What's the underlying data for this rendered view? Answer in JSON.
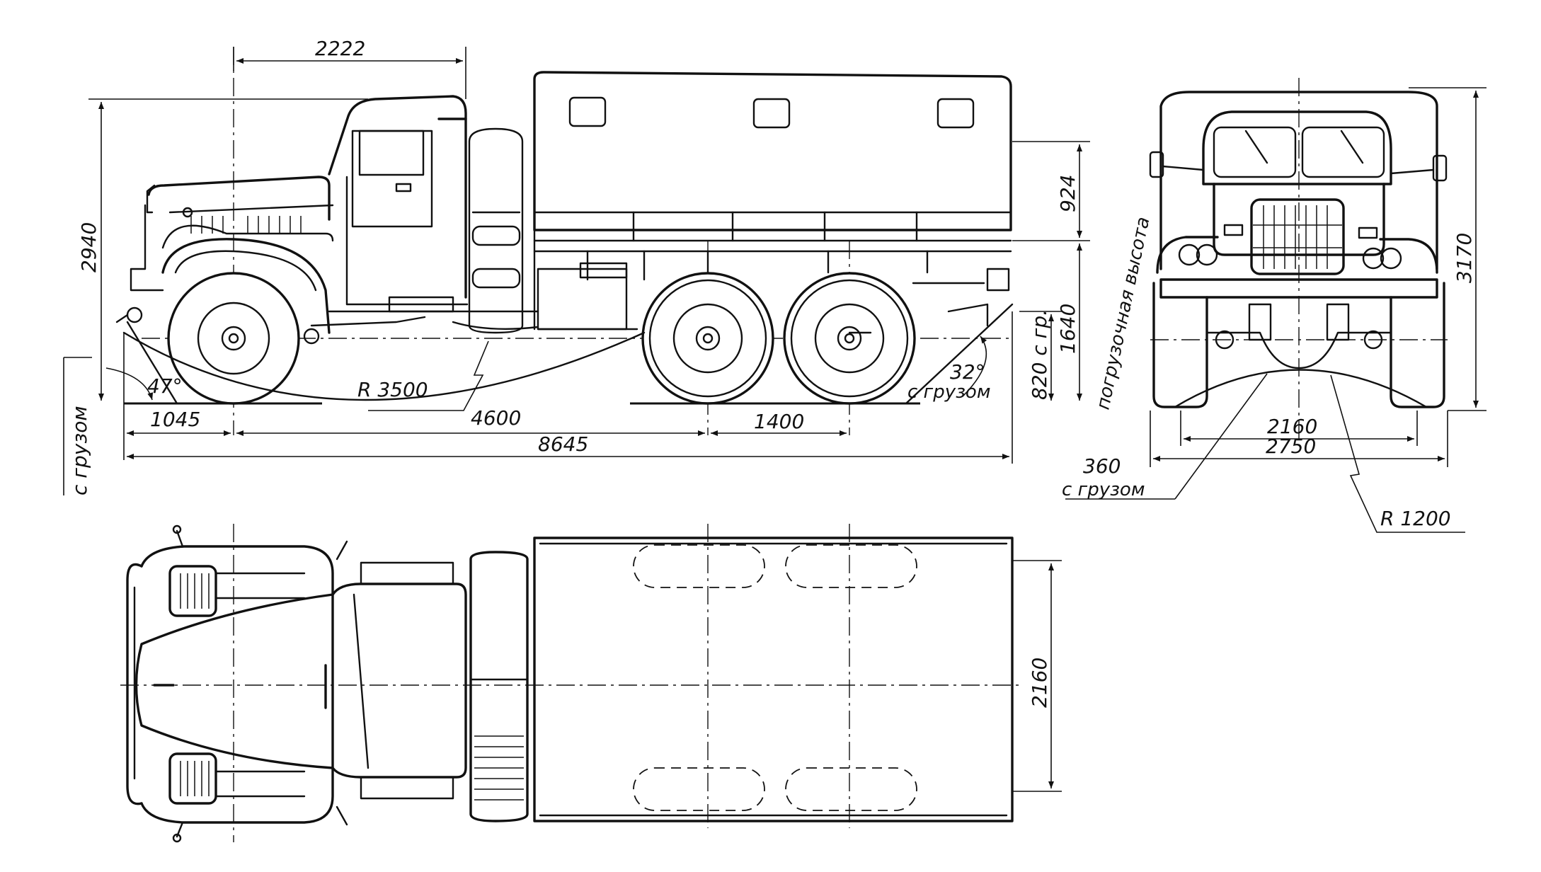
{
  "dimensions": {
    "cab_length": "2222",
    "overall_height": "2940",
    "tarp_height": "924",
    "loading_height": "1640",
    "loading_height_label": "погрузочная высота",
    "frame_height_loaded": "820 с гр.",
    "front_overhang": "1045",
    "wheelbase": "4600",
    "rear_axle_spacing": "1400",
    "overall_length": "8645",
    "ramp_radius": "R 3500",
    "approach_angle": "47°",
    "departure_angle": "32°",
    "departure_angle_note": "с грузом",
    "approach_note": "с грузом",
    "front_height": "3170",
    "track": "2160",
    "overall_width": "2750",
    "ground_clearance": "360",
    "ground_clearance_note": "с грузом",
    "axle_radius": "R 1200",
    "body_width_top": "2160"
  },
  "colors": {
    "ink": "#111111",
    "paper": "#ffffff"
  }
}
